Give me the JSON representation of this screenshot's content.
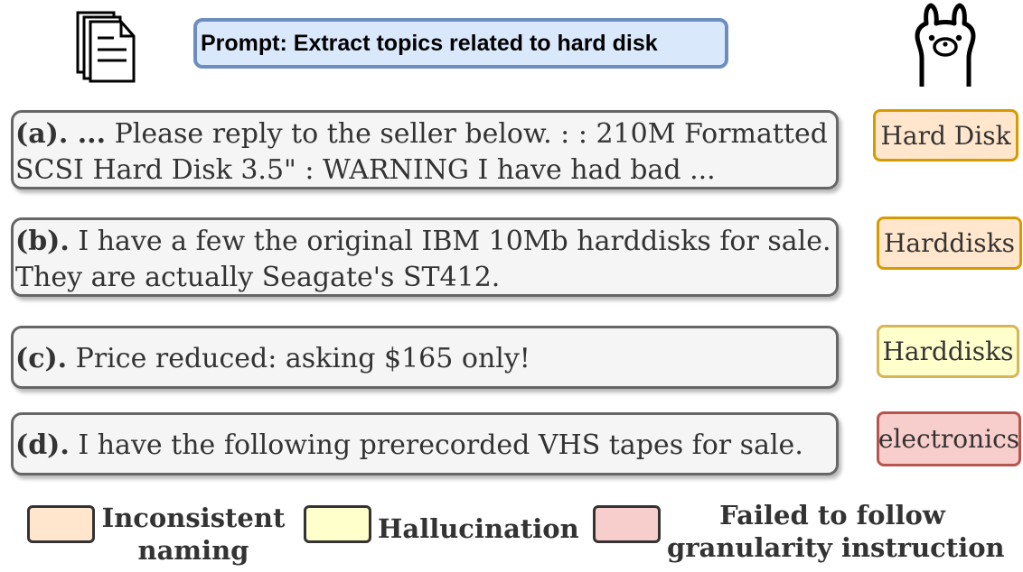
{
  "prompt": {
    "text": "Prompt: Extract topics related to hard disk"
  },
  "icons": {
    "document": "documents-icon",
    "llm": "llama-icon"
  },
  "examples": [
    {
      "tag": "(a). ...",
      "line1": " Please reply to the seller below. : : 210M Formatted",
      "line2": "SCSI Hard Disk 3.5\" : WARNING I have had bad ..."
    },
    {
      "tag": "(b).",
      "line1": " I have a few the original IBM 10Mb harddisks for sale.",
      "line2": "They are actually Seagate's ST412."
    },
    {
      "tag": "(c).",
      "line1": " Price reduced: asking $165 only!"
    },
    {
      "tag": "(d).",
      "line1": " I have the following prerecorded VHS tapes for sale."
    }
  ],
  "labels": [
    {
      "text": "Hard Disk",
      "category": "inconsistent-naming"
    },
    {
      "text": "Harddisks",
      "category": "inconsistent-naming"
    },
    {
      "text": "Harddisks",
      "category": "hallucination"
    },
    {
      "text": "electronics",
      "category": "granularity-failure"
    }
  ],
  "legend": {
    "inconsistent": {
      "line1": "Inconsistent",
      "line2": "naming",
      "color": "#ffe6cc",
      "border": "#d79b00"
    },
    "hallucination": {
      "line1": "Hallucination",
      "color": "#ffffcc",
      "border": "#d6b656"
    },
    "granularity": {
      "line1": "Failed to follow",
      "line2": "granularity instruction",
      "color": "#f8cecc",
      "border": "#b85450"
    }
  }
}
